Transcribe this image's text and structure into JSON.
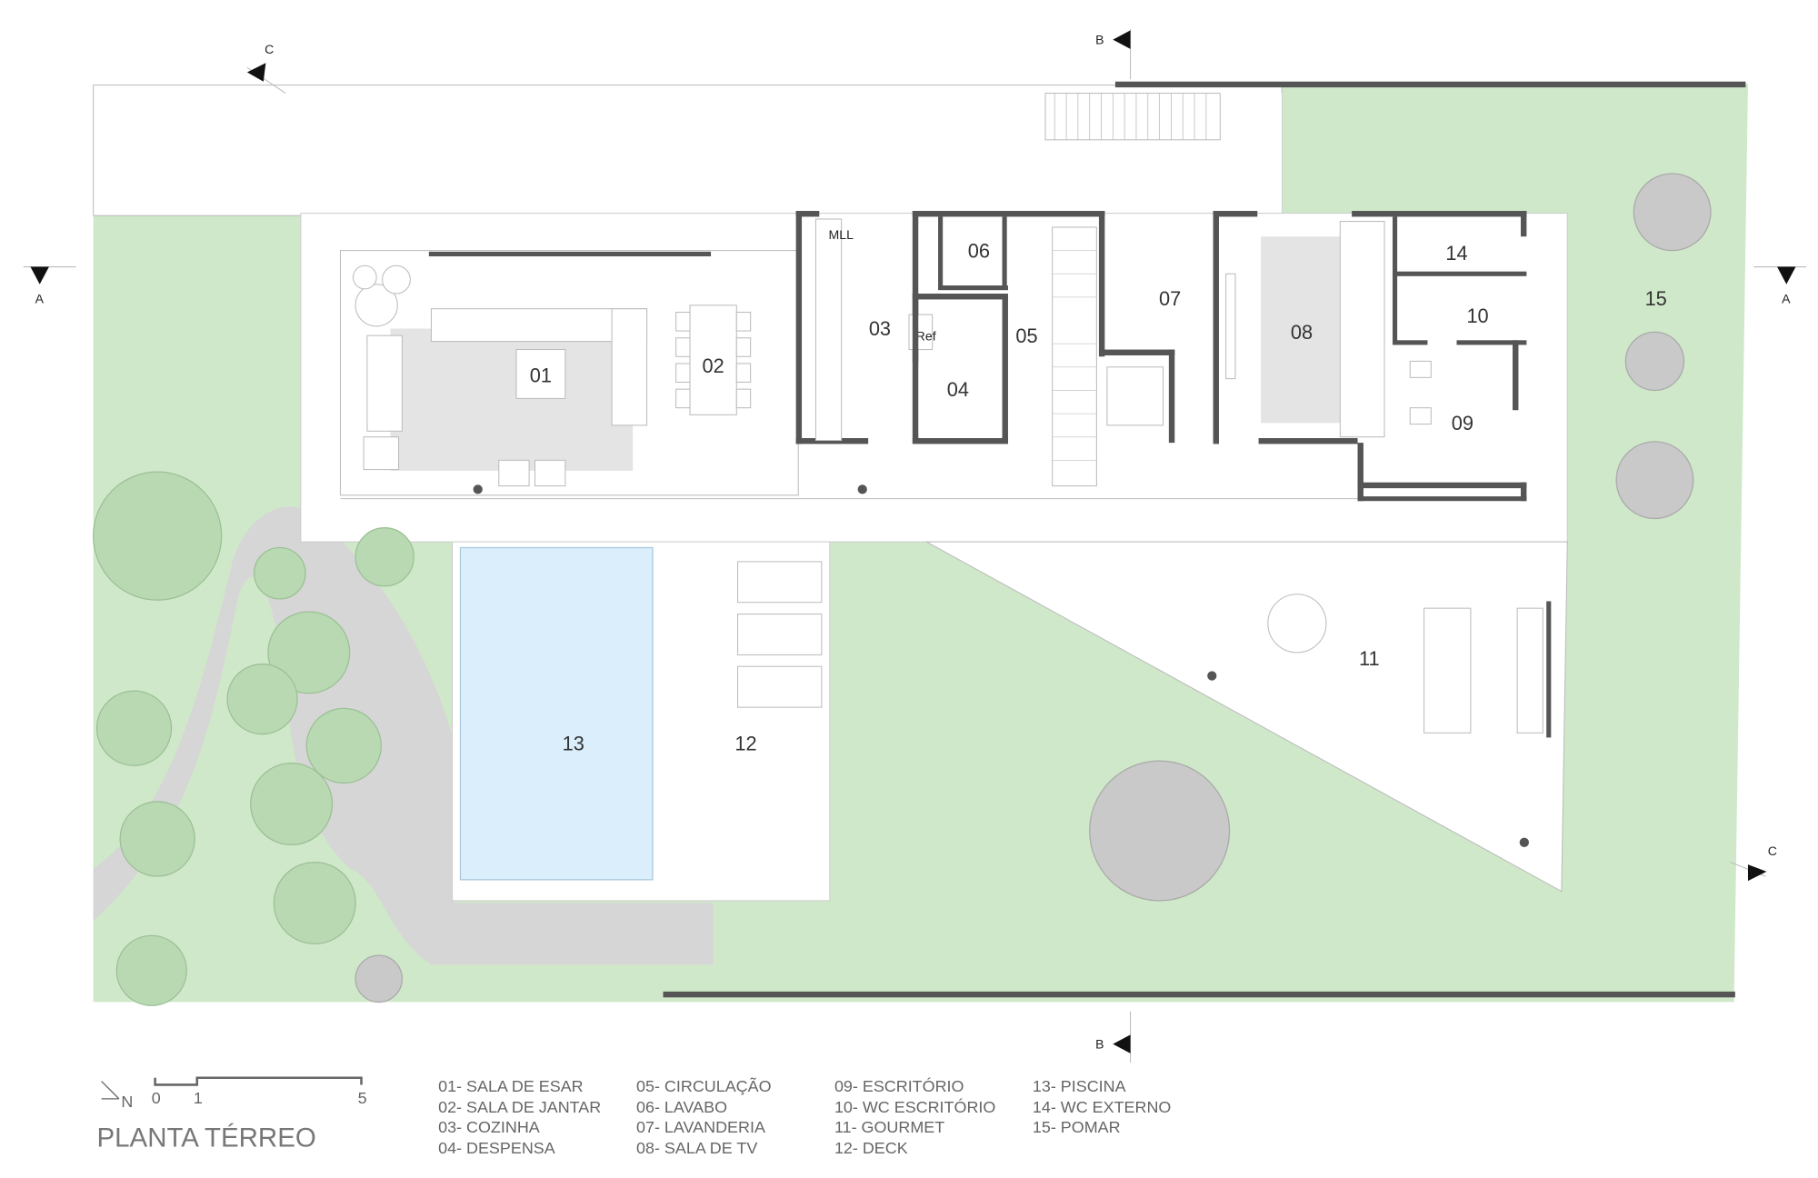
{
  "title": "PLANTA TÉRREO",
  "colors": {
    "lawn": "#cfe8c9",
    "pool": "#dbeefb",
    "wall": "#555555",
    "path": "#d6d6d6",
    "rug": "#e4e4e4"
  },
  "rooms": [
    "01",
    "02",
    "03",
    "04",
    "05",
    "06",
    "07",
    "08",
    "09",
    "10",
    "11",
    "12",
    "13",
    "14",
    "15"
  ],
  "section_marks": {
    "a": "A",
    "b": "B",
    "c": "C"
  },
  "scale": {
    "ticks": [
      "0",
      "1",
      "5"
    ]
  },
  "north_label": "N",
  "legend": [
    [
      "01- SALA DE ESAR",
      "02- SALA DE JANTAR",
      "03- COZINHA",
      "04- DESPENSA"
    ],
    [
      "05- CIRCULAÇÃO",
      "06- LAVABO",
      "07- LAVANDERIA",
      "08- SALA DE TV"
    ],
    [
      "09- ESCRITÓRIO",
      "10- WC ESCRITÓRIO",
      "11- GOURMET",
      "12- DECK"
    ],
    [
      "13- PISCINA",
      "14- WC EXTERNO",
      "15- POMAR"
    ]
  ],
  "fixture_labels": {
    "mll": "MLL",
    "ref": "Ref"
  }
}
